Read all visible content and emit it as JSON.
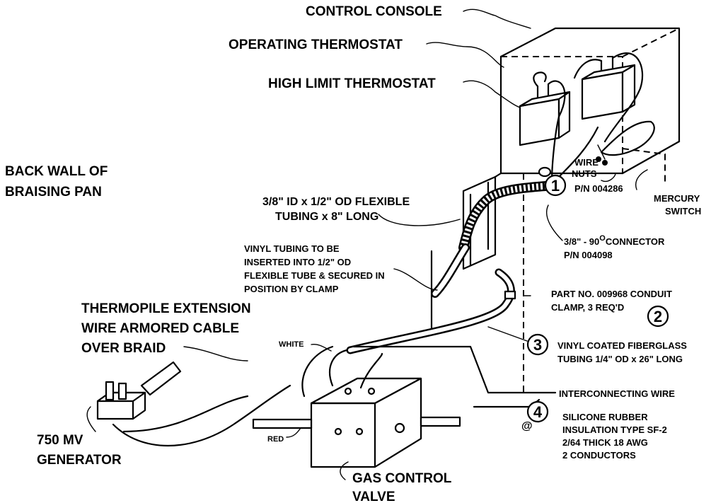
{
  "labels": {
    "control_console": "CONTROL CONSOLE",
    "operating_thermostat": "OPERATING THERMOSTAT",
    "high_limit_thermostat": "HIGH LIMIT THERMOSTAT",
    "back_wall_line1": "BACK WALL OF",
    "back_wall_line2": "BRAISING PAN",
    "wire_nuts_line1": "WIRE",
    "wire_nuts_line2": "NUTS",
    "wire_nuts_pn": "P/N 004286",
    "mercury_switch_line1": "MERCURY",
    "mercury_switch_line2": "SWITCH",
    "flex_tubing_line1": "3/8\" ID x 1/2\" OD FLEXIBLE",
    "flex_tubing_line2": "TUBING x 8\" LONG",
    "connector_line1": "3/8\" - 90",
    "connector_degree": "O",
    "connector_line1b": "CONNECTOR",
    "connector_line2": "P/N 004098",
    "vinyl_line1": "VINYL TUBING TO BE",
    "vinyl_line2": "INSERTED INTO 1/2\" OD",
    "vinyl_line3": "FLEXIBLE TUBE & SECURED IN",
    "vinyl_line4": "POSITION BY CLAMP",
    "clamp_line1": "PART NO. 009968 CONDUIT",
    "clamp_line2": "CLAMP, 3 REQ'D",
    "thermopile_line1": "THERMOPILE EXTENSION",
    "thermopile_line2": "WIRE ARMORED CABLE",
    "thermopile_line3": "OVER BRAID",
    "fiberglass_line1": "VINYL COATED FIBERGLASS",
    "fiberglass_line2": "TUBING 1/4\" OD x 26\" LONG",
    "white": "WHITE",
    "red": "RED",
    "interconnecting_wire": "INTERCONNECTING WIRE",
    "silicone_line1": "SILICONE RUBBER",
    "silicone_line2": "INSULATION TYPE SF-2",
    "silicone_line3": "2/64 THICK 18 AWG",
    "silicone_line4": "2 CONDUCTORS",
    "at_symbol": "@",
    "generator_line1": "750 MV",
    "generator_line2": "GENERATOR",
    "gas_valve_line1": "GAS CONTROL",
    "gas_valve_line2": "VALVE"
  },
  "callouts": [
    "1",
    "2",
    "3",
    "4"
  ]
}
